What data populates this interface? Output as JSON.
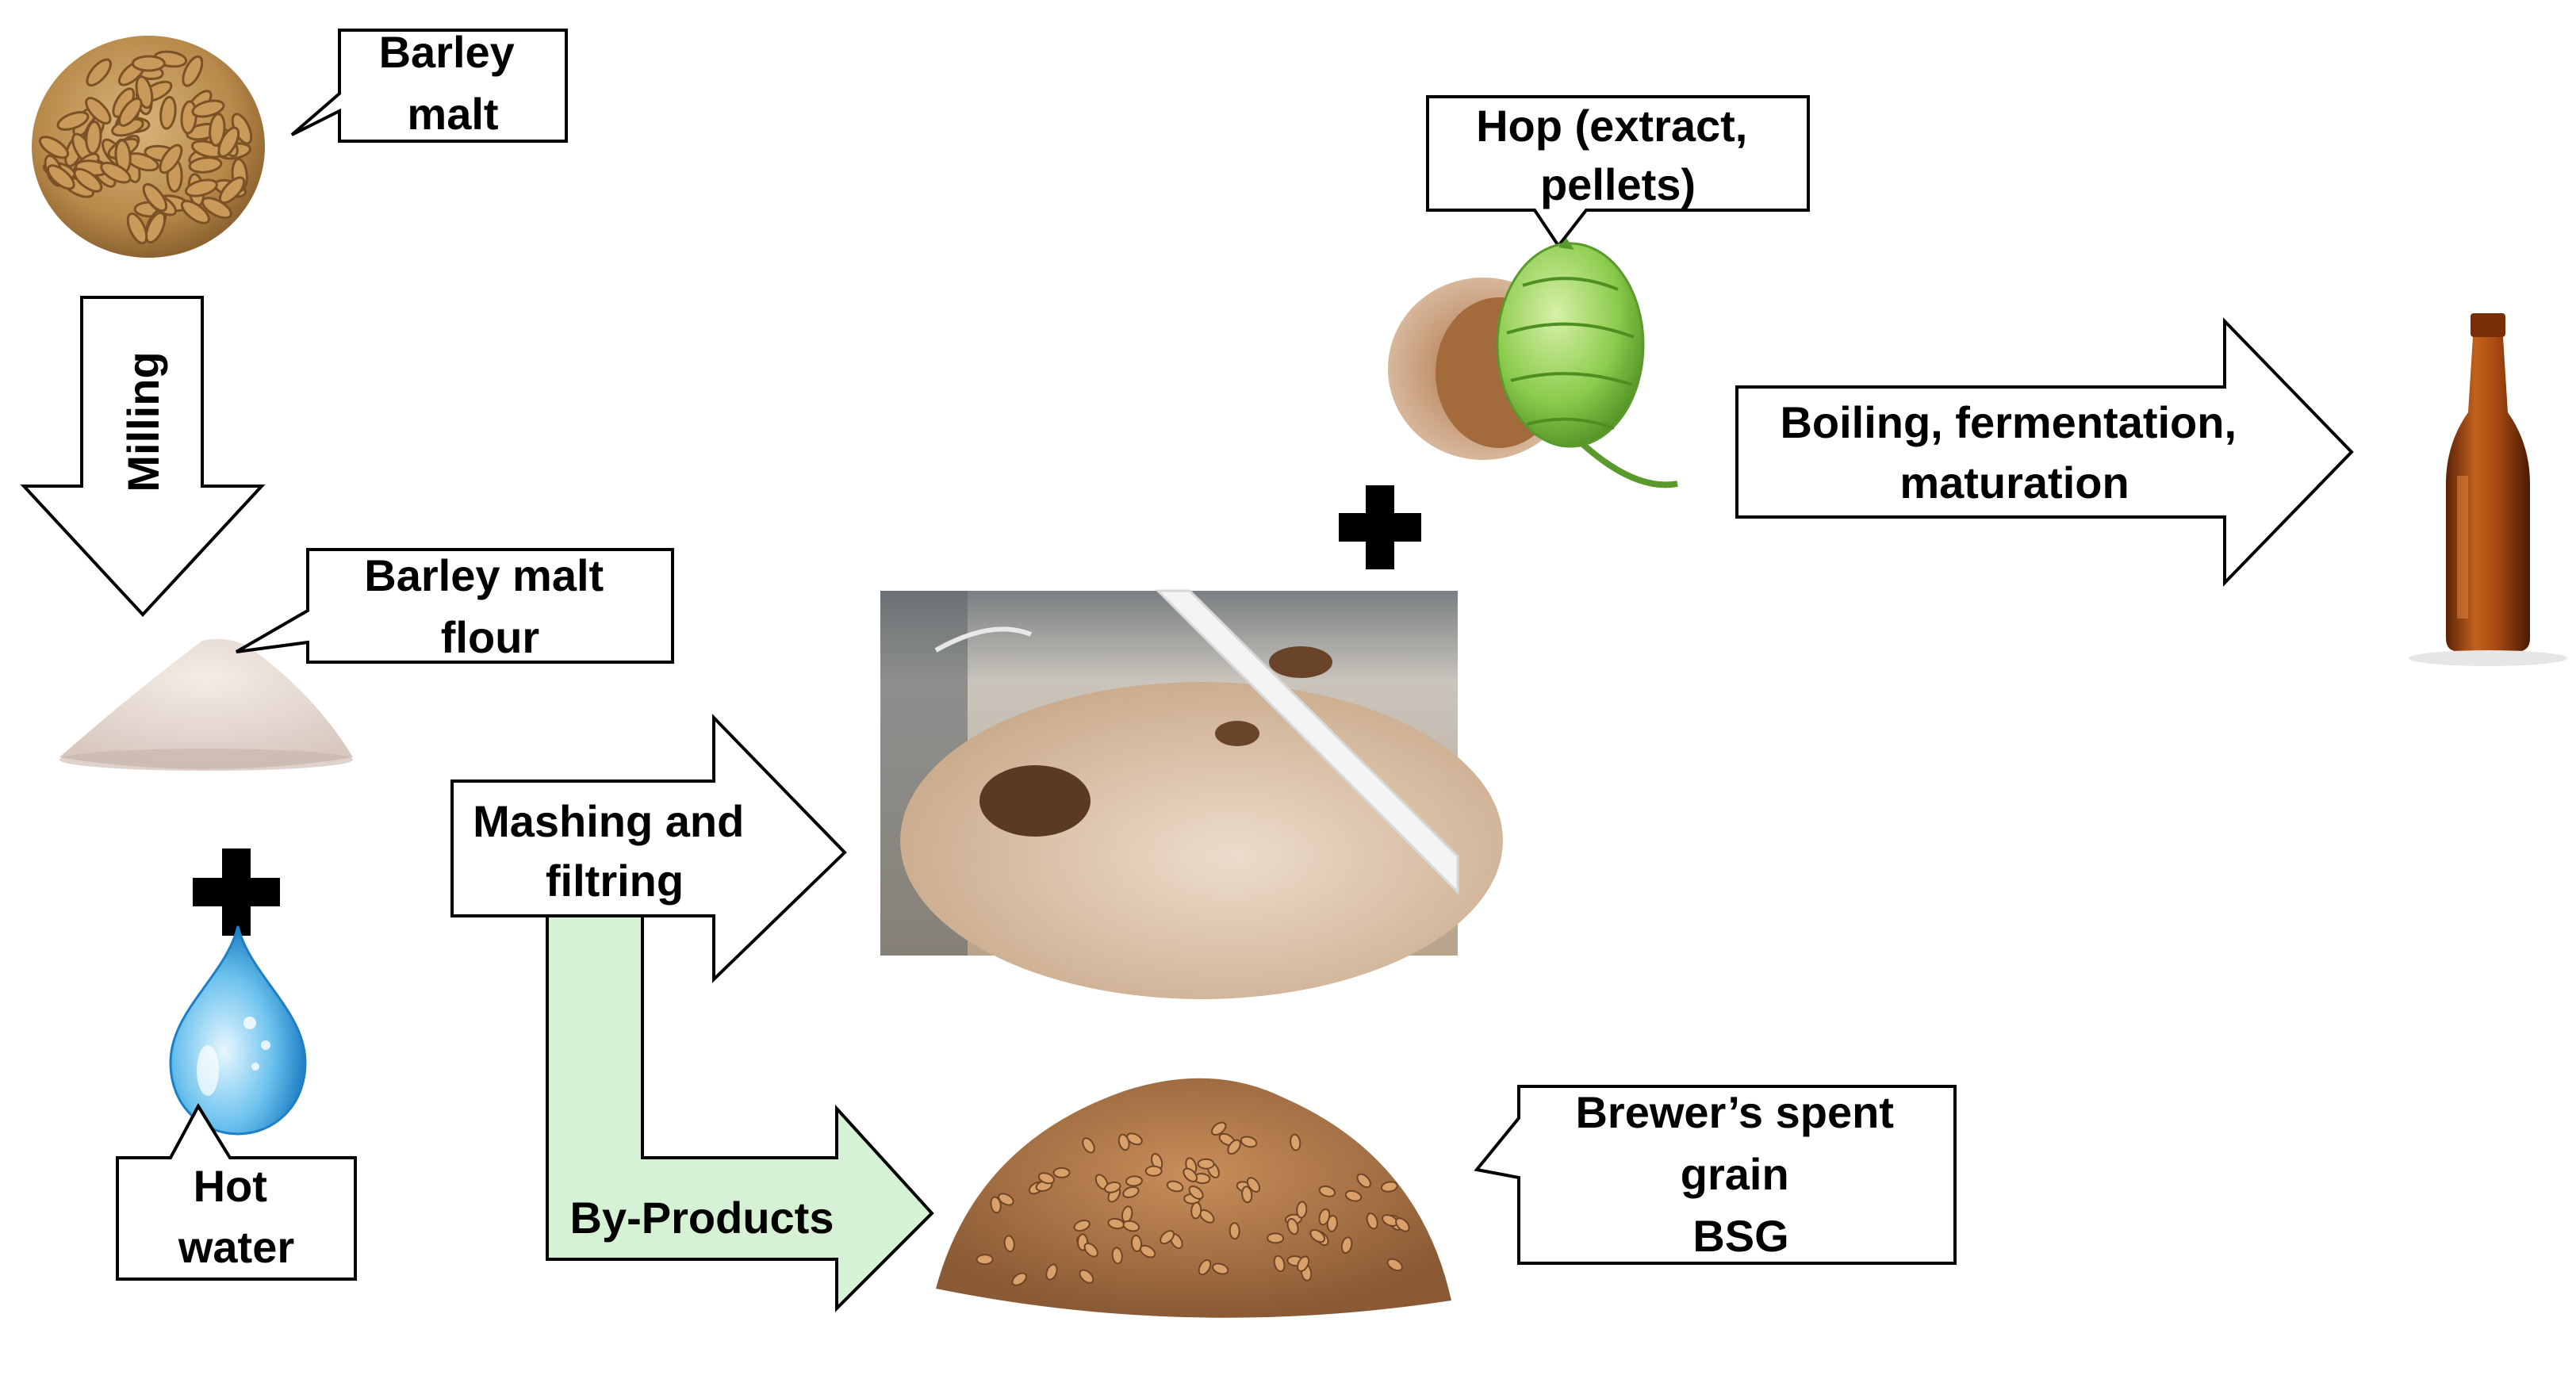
{
  "labels": {
    "barley_malt": [
      "Barley",
      "malt"
    ],
    "milling": "Milling",
    "barley_malt_flour": [
      "Barley malt",
      "flour"
    ],
    "hot_water": [
      "Hot",
      "water"
    ],
    "mashing": [
      "Mashing and",
      "filtring"
    ],
    "by_products": "By-Products",
    "hop": [
      "Hop (extract,",
      "pellets)"
    ],
    "boiling": [
      "Boiling, fermentation,",
      "maturation"
    ],
    "bsg": [
      "Brewer’s spent",
      "grain",
      "BSG"
    ]
  },
  "icons": {
    "barley": "barley-grain-pile-image",
    "flour": "flour-pile-image",
    "water": "water-drop-image",
    "wort": "mash-pot-image",
    "hop": "hop-cone-image",
    "spent_grain": "spent-grain-pile-image",
    "beer": "beer-bottle-image",
    "plus": "plus-icon"
  },
  "colors": {
    "by_products_arrow": "#d6f2d4",
    "beer_bottle": "#a84a12",
    "hop_green": "#8ccc4e",
    "water_blue": "#5bb8e8"
  }
}
